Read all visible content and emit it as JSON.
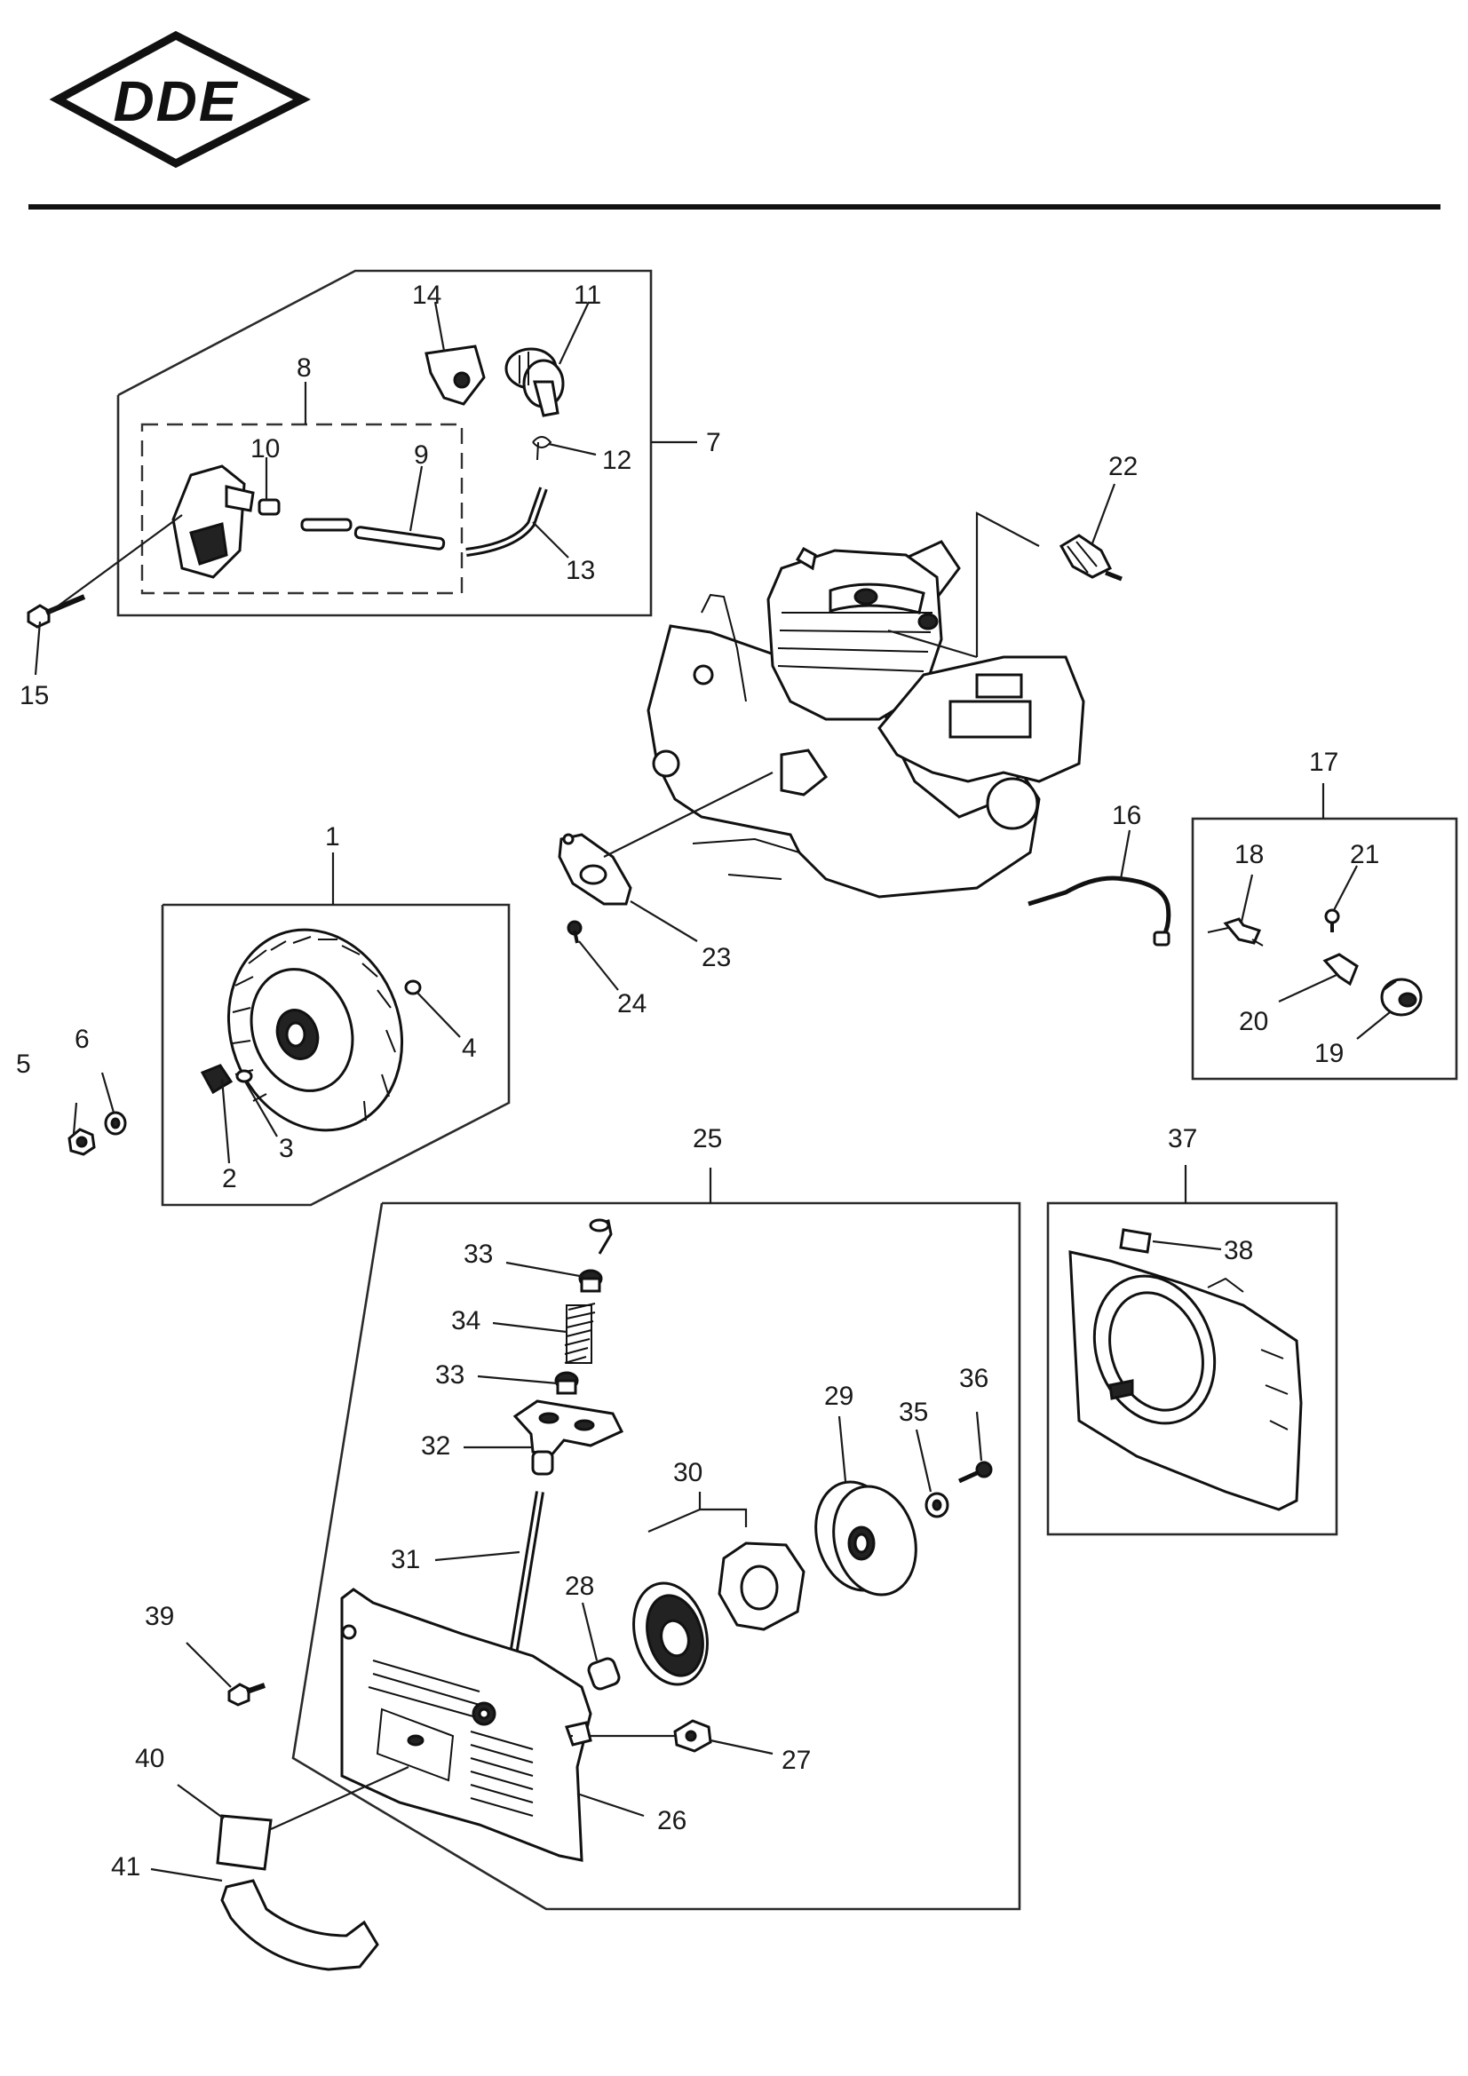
{
  "brand": {
    "logo_text": "DDE"
  },
  "callouts": {
    "c1": "1",
    "c2": "2",
    "c3": "3",
    "c4": "4",
    "c5": "5",
    "c6": "6",
    "c7": "7",
    "c8": "8",
    "c9": "9",
    "c10": "10",
    "c11": "11",
    "c12": "12",
    "c13": "13",
    "c14": "14",
    "c15": "15",
    "c16": "16",
    "c17": "17",
    "c18": "18",
    "c19": "19",
    "c20": "20",
    "c21": "21",
    "c22": "22",
    "c23": "23",
    "c24": "24",
    "c25": "25",
    "c26": "26",
    "c27": "27",
    "c28": "28",
    "c29": "29",
    "c30": "30",
    "c31": "31",
    "c32": "32",
    "c33a": "33",
    "c33b": "33",
    "c34": "34",
    "c35": "35",
    "c36": "36",
    "c37": "37",
    "c38": "38",
    "c39": "39",
    "c40": "40",
    "c41": "41"
  },
  "colors": {
    "ink": "#1a1a1a",
    "background": "#ffffff"
  }
}
